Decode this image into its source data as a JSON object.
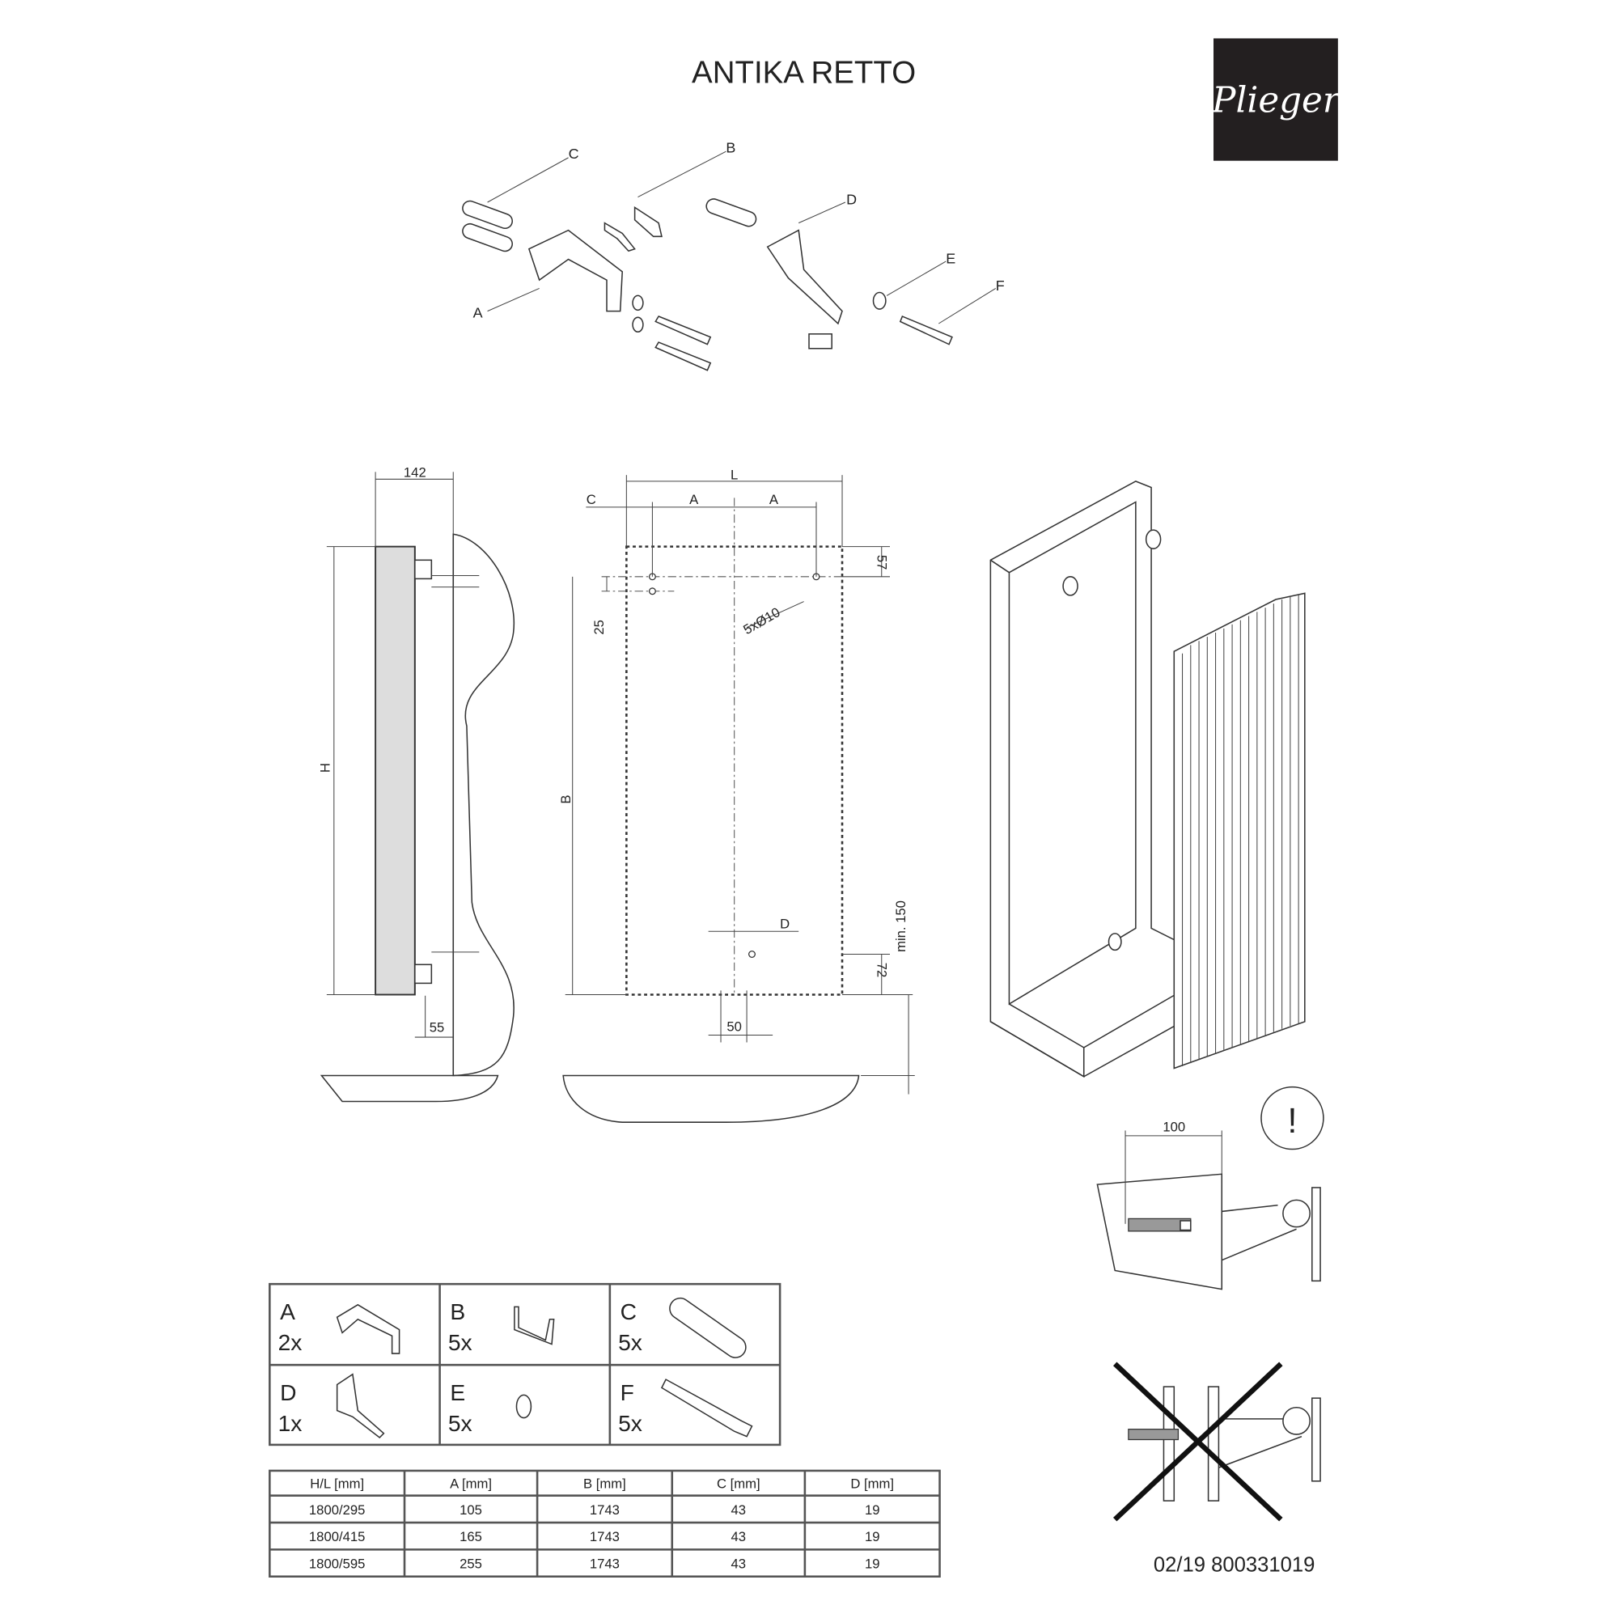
{
  "title": "ANTIKA RETTO",
  "brand": {
    "logo_text": "Plieger",
    "bg": "#231f20"
  },
  "parts_callouts": {
    "a": "A",
    "b": "B",
    "c": "C",
    "d": "D",
    "e": "E",
    "f": "F"
  },
  "side_view": {
    "width": "142",
    "height": "H",
    "bottom": "55"
  },
  "front_view": {
    "L": "L",
    "C": "C",
    "A1": "A",
    "A2": "A",
    "top": "57",
    "offset": "25",
    "holes": "5xØ10",
    "B": "B",
    "D": "D",
    "bottom": "72",
    "min": "min. 150",
    "spacing": "50"
  },
  "detail": {
    "depth": "100",
    "warning": "!"
  },
  "parts_table": [
    {
      "letter": "A",
      "qty": "2x"
    },
    {
      "letter": "B",
      "qty": "5x"
    },
    {
      "letter": "C",
      "qty": "5x"
    },
    {
      "letter": "D",
      "qty": "1x"
    },
    {
      "letter": "E",
      "qty": "5x"
    },
    {
      "letter": "F",
      "qty": "5x"
    }
  ],
  "dimension_table": {
    "headers": [
      "H/L [mm]",
      "A [mm]",
      "B [mm]",
      "C [mm]",
      "D [mm]"
    ],
    "rows": [
      [
        "1800/295",
        "105",
        "1743",
        "43",
        "19"
      ],
      [
        "1800/415",
        "165",
        "1743",
        "43",
        "19"
      ],
      [
        "1800/595",
        "255",
        "1743",
        "43",
        "19"
      ]
    ]
  },
  "doc_code": "02/19 800331019"
}
